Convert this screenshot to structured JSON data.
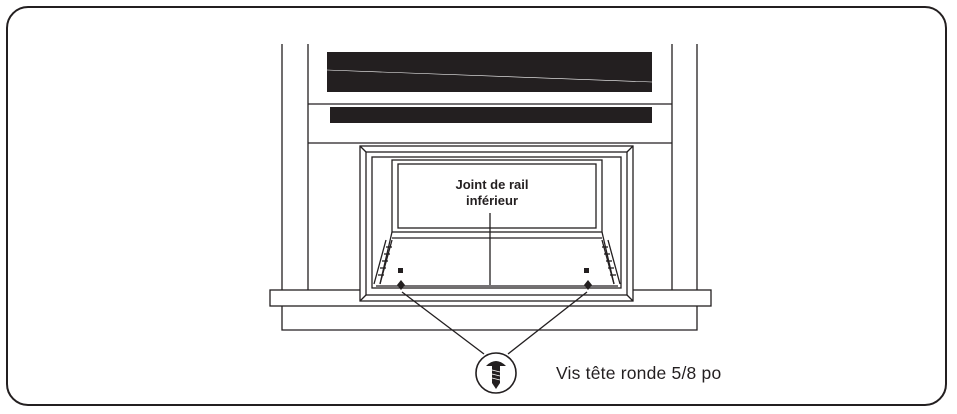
{
  "labels": {
    "rail_gasket_line1": "Joint de rail",
    "rail_gasket_line2": "inférieur",
    "screw": "Vis tête ronde 5/8 po"
  },
  "icons": {
    "screw": "round-head-screw-icon"
  },
  "colors": {
    "ink": "#231f20",
    "blind": "#231f20"
  }
}
